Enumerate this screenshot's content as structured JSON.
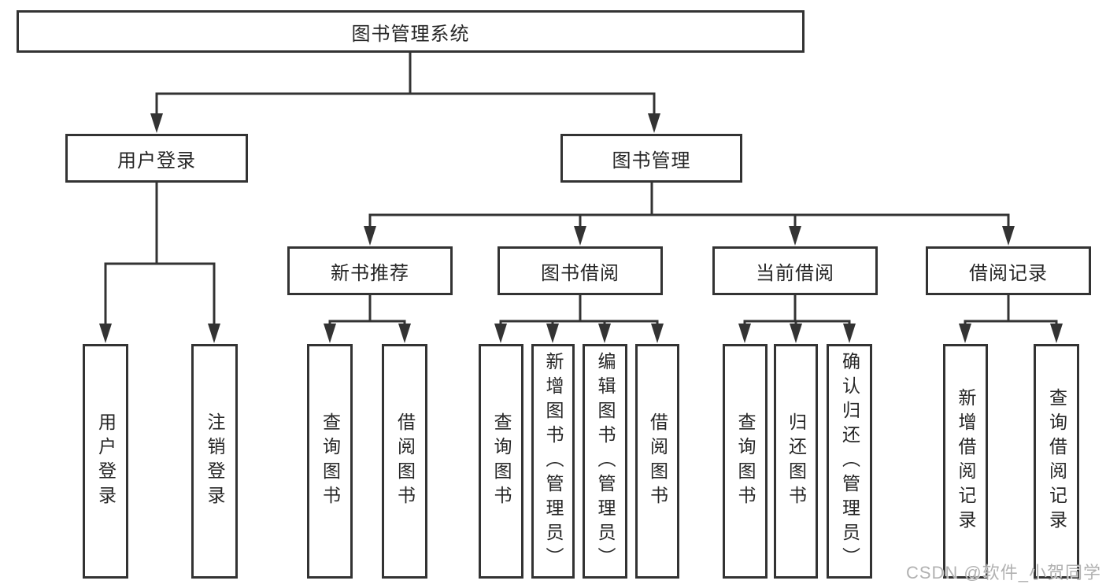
{
  "tree": {
    "label": "图书管理系统",
    "children": [
      {
        "label": "用户登录",
        "children": [
          {
            "label": "用户登录"
          },
          {
            "label": "注销登录"
          }
        ]
      },
      {
        "label": "图书管理",
        "children": [
          {
            "label": "新书推荐",
            "children": [
              {
                "label": "查询图书"
              },
              {
                "label": "借阅图书"
              }
            ]
          },
          {
            "label": "图书借阅",
            "children": [
              {
                "label": "查询图书"
              },
              {
                "label": "新增图书（管理员）"
              },
              {
                "label": "编辑图书（管理员）"
              },
              {
                "label": "借阅图书"
              }
            ]
          },
          {
            "label": "当前借阅",
            "children": [
              {
                "label": "查询图书"
              },
              {
                "label": "归还图书"
              },
              {
                "label": "确认归还（管理员）"
              }
            ]
          },
          {
            "label": "借阅记录",
            "children": [
              {
                "label": "新增借阅记录"
              },
              {
                "label": "查询借阅记录"
              }
            ]
          }
        ]
      }
    ]
  },
  "watermark": "CSDN @软件_小贺同学",
  "colors": {
    "line": "#333333",
    "text": "#262626",
    "watermark": "#a8a8a8"
  }
}
